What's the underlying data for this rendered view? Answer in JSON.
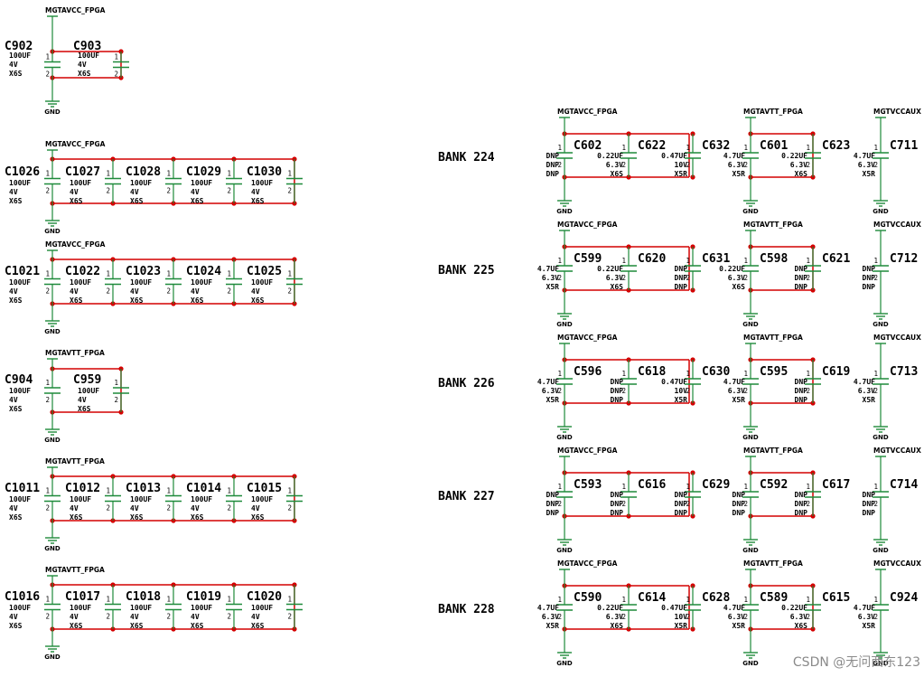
{
  "colors": {
    "wire": "#d40000",
    "component": "#1e8a3a",
    "junction": "#d40000",
    "text": "#000000",
    "watermark": "#8a8a8a"
  },
  "watermark": "CSDN @无问西东123",
  "left_groups": [
    {
      "net": "MGTAVCC_FPGA",
      "gnd": "GND",
      "caps": [
        {
          "ref": "C902",
          "vals": [
            "100UF",
            "4V",
            "X6S"
          ]
        },
        {
          "ref": "C903",
          "vals": [
            "100UF",
            "4V",
            "X6S"
          ]
        }
      ]
    },
    {
      "net": "MGTAVCC_FPGA",
      "gnd": "GND",
      "caps": [
        {
          "ref": "C1026",
          "vals": [
            "100UF",
            "4V",
            "X6S"
          ]
        },
        {
          "ref": "C1027",
          "vals": [
            "100UF",
            "4V",
            "X6S"
          ]
        },
        {
          "ref": "C1028",
          "vals": [
            "100UF",
            "4V",
            "X6S"
          ]
        },
        {
          "ref": "C1029",
          "vals": [
            "100UF",
            "4V",
            "X6S"
          ]
        },
        {
          "ref": "C1030",
          "vals": [
            "100UF",
            "4V",
            "X6S"
          ]
        }
      ]
    },
    {
      "net": "MGTAVCC_FPGA",
      "gnd": "GND",
      "caps": [
        {
          "ref": "C1021",
          "vals": [
            "100UF",
            "4V",
            "X6S"
          ]
        },
        {
          "ref": "C1022",
          "vals": [
            "100UF",
            "4V",
            "X6S"
          ]
        },
        {
          "ref": "C1023",
          "vals": [
            "100UF",
            "4V",
            "X6S"
          ]
        },
        {
          "ref": "C1024",
          "vals": [
            "100UF",
            "4V",
            "X6S"
          ]
        },
        {
          "ref": "C1025",
          "vals": [
            "100UF",
            "4V",
            "X6S"
          ]
        }
      ]
    },
    {
      "net": "MGTAVTT_FPGA",
      "gnd": "GND",
      "caps": [
        {
          "ref": "C904",
          "vals": [
            "100UF",
            "4V",
            "X6S"
          ]
        },
        {
          "ref": "C959",
          "vals": [
            "100UF",
            "4V",
            "X6S"
          ]
        }
      ]
    },
    {
      "net": "MGTAVTT_FPGA",
      "gnd": "GND",
      "caps": [
        {
          "ref": "C1011",
          "vals": [
            "100UF",
            "4V",
            "X6S"
          ]
        },
        {
          "ref": "C1012",
          "vals": [
            "100UF",
            "4V",
            "X6S"
          ]
        },
        {
          "ref": "C1013",
          "vals": [
            "100UF",
            "4V",
            "X6S"
          ]
        },
        {
          "ref": "C1014",
          "vals": [
            "100UF",
            "4V",
            "X6S"
          ]
        },
        {
          "ref": "C1015",
          "vals": [
            "100UF",
            "4V",
            "X6S"
          ]
        }
      ]
    },
    {
      "net": "MGTAVTT_FPGA",
      "gnd": "GND",
      "caps": [
        {
          "ref": "C1016",
          "vals": [
            "100UF",
            "4V",
            "X6S"
          ]
        },
        {
          "ref": "C1017",
          "vals": [
            "100UF",
            "4V",
            "X6S"
          ]
        },
        {
          "ref": "C1018",
          "vals": [
            "100UF",
            "4V",
            "X6S"
          ]
        },
        {
          "ref": "C1019",
          "vals": [
            "100UF",
            "4V",
            "X6S"
          ]
        },
        {
          "ref": "C1020",
          "vals": [
            "100UF",
            "4V",
            "X6S"
          ]
        }
      ]
    }
  ],
  "banks": [
    {
      "label": "BANK 224",
      "avcc": {
        "net": "MGTAVCC_FPGA",
        "gnd": "GND",
        "caps": [
          {
            "ref": "C602",
            "vals": [
              "DNP",
              "DNP",
              "DNP"
            ]
          },
          {
            "ref": "C622",
            "vals": [
              "0.22UF",
              "6.3V",
              "X6S"
            ]
          },
          {
            "ref": "C632",
            "vals": [
              "0.47UF",
              "10V",
              "X5R"
            ]
          }
        ]
      },
      "avtt": {
        "net": "MGTAVTT_FPGA",
        "gnd": "GND",
        "caps": [
          {
            "ref": "C601",
            "vals": [
              "4.7UF",
              "6.3V",
              "X5R"
            ]
          },
          {
            "ref": "C623",
            "vals": [
              "0.22UF",
              "6.3V",
              "X6S"
            ]
          }
        ]
      },
      "vccaux": {
        "net": "MGTVCCAUX",
        "gnd": "GND",
        "caps": [
          {
            "ref": "C711",
            "vals": [
              "4.7UF",
              "6.3V",
              "X5R"
            ]
          }
        ]
      }
    },
    {
      "label": "BANK 225",
      "avcc": {
        "net": "MGTAVCC_FPGA",
        "gnd": "GND",
        "caps": [
          {
            "ref": "C599",
            "vals": [
              "4.7UF",
              "6.3V",
              "X5R"
            ]
          },
          {
            "ref": "C620",
            "vals": [
              "0.22UF",
              "6.3V",
              "X6S"
            ]
          },
          {
            "ref": "C631",
            "vals": [
              "DNP",
              "DNP",
              "DNP"
            ]
          }
        ]
      },
      "avtt": {
        "net": "MGTAVTT_FPGA",
        "gnd": "GND",
        "caps": [
          {
            "ref": "C598",
            "vals": [
              "0.22UF",
              "6.3V",
              "X6S"
            ]
          },
          {
            "ref": "C621",
            "vals": [
              "DNP",
              "DNP",
              "DNP"
            ]
          }
        ]
      },
      "vccaux": {
        "net": "MGTVCCAUX",
        "gnd": "GND",
        "caps": [
          {
            "ref": "C712",
            "vals": [
              "DNP",
              "DNP",
              "DNP"
            ]
          }
        ]
      }
    },
    {
      "label": "BANK 226",
      "avcc": {
        "net": "MGTAVCC_FPGA",
        "gnd": "GND",
        "caps": [
          {
            "ref": "C596",
            "vals": [
              "4.7UF",
              "6.3V",
              "X5R"
            ]
          },
          {
            "ref": "C618",
            "vals": [
              "DNP",
              "DNP",
              "DNP"
            ]
          },
          {
            "ref": "C630",
            "vals": [
              "0.47UF",
              "10V",
              "X5R"
            ]
          }
        ]
      },
      "avtt": {
        "net": "MGTAVTT_FPGA",
        "gnd": "GND",
        "caps": [
          {
            "ref": "C595",
            "vals": [
              "4.7UF",
              "6.3V",
              "X5R"
            ]
          },
          {
            "ref": "C619",
            "vals": [
              "DNP",
              "DNP",
              "DNP"
            ]
          }
        ]
      },
      "vccaux": {
        "net": "MGTVCCAUX",
        "gnd": "GND",
        "caps": [
          {
            "ref": "C713",
            "vals": [
              "4.7UF",
              "6.3V",
              "X5R"
            ]
          }
        ]
      }
    },
    {
      "label": "BANK 227",
      "avcc": {
        "net": "MGTAVCC_FPGA",
        "gnd": "GND",
        "caps": [
          {
            "ref": "C593",
            "vals": [
              "DNP",
              "DNP",
              "DNP"
            ]
          },
          {
            "ref": "C616",
            "vals": [
              "DNP",
              "DNP",
              "DNP"
            ]
          },
          {
            "ref": "C629",
            "vals": [
              "DNP",
              "DNP",
              "DNP"
            ]
          }
        ]
      },
      "avtt": {
        "net": "MGTAVTT_FPGA",
        "gnd": "GND",
        "caps": [
          {
            "ref": "C592",
            "vals": [
              "DNP",
              "DNP",
              "DNP"
            ]
          },
          {
            "ref": "C617",
            "vals": [
              "DNP",
              "DNP",
              "DNP"
            ]
          }
        ]
      },
      "vccaux": {
        "net": "MGTVCCAUX",
        "gnd": "GND",
        "caps": [
          {
            "ref": "C714",
            "vals": [
              "DNP",
              "DNP",
              "DNP"
            ]
          }
        ]
      }
    },
    {
      "label": "BANK 228",
      "avcc": {
        "net": "MGTAVCC_FPGA",
        "gnd": "GND",
        "caps": [
          {
            "ref": "C590",
            "vals": [
              "4.7UF",
              "6.3V",
              "X5R"
            ]
          },
          {
            "ref": "C614",
            "vals": [
              "0.22UF",
              "6.3V",
              "X6S"
            ]
          },
          {
            "ref": "C628",
            "vals": [
              "0.47UF",
              "10V",
              "X5R"
            ]
          }
        ]
      },
      "avtt": {
        "net": "MGTAVTT_FPGA",
        "gnd": "GND",
        "caps": [
          {
            "ref": "C589",
            "vals": [
              "4.7UF",
              "6.3V",
              "X5R"
            ]
          },
          {
            "ref": "C615",
            "vals": [
              "0.22UF",
              "6.3V",
              "X6S"
            ]
          }
        ]
      },
      "vccaux": {
        "net": "MGTVCCAUX",
        "gnd": "GND",
        "caps": [
          {
            "ref": "C924",
            "vals": [
              "4.7UF",
              "6.3V",
              "X5R"
            ]
          }
        ]
      }
    }
  ]
}
